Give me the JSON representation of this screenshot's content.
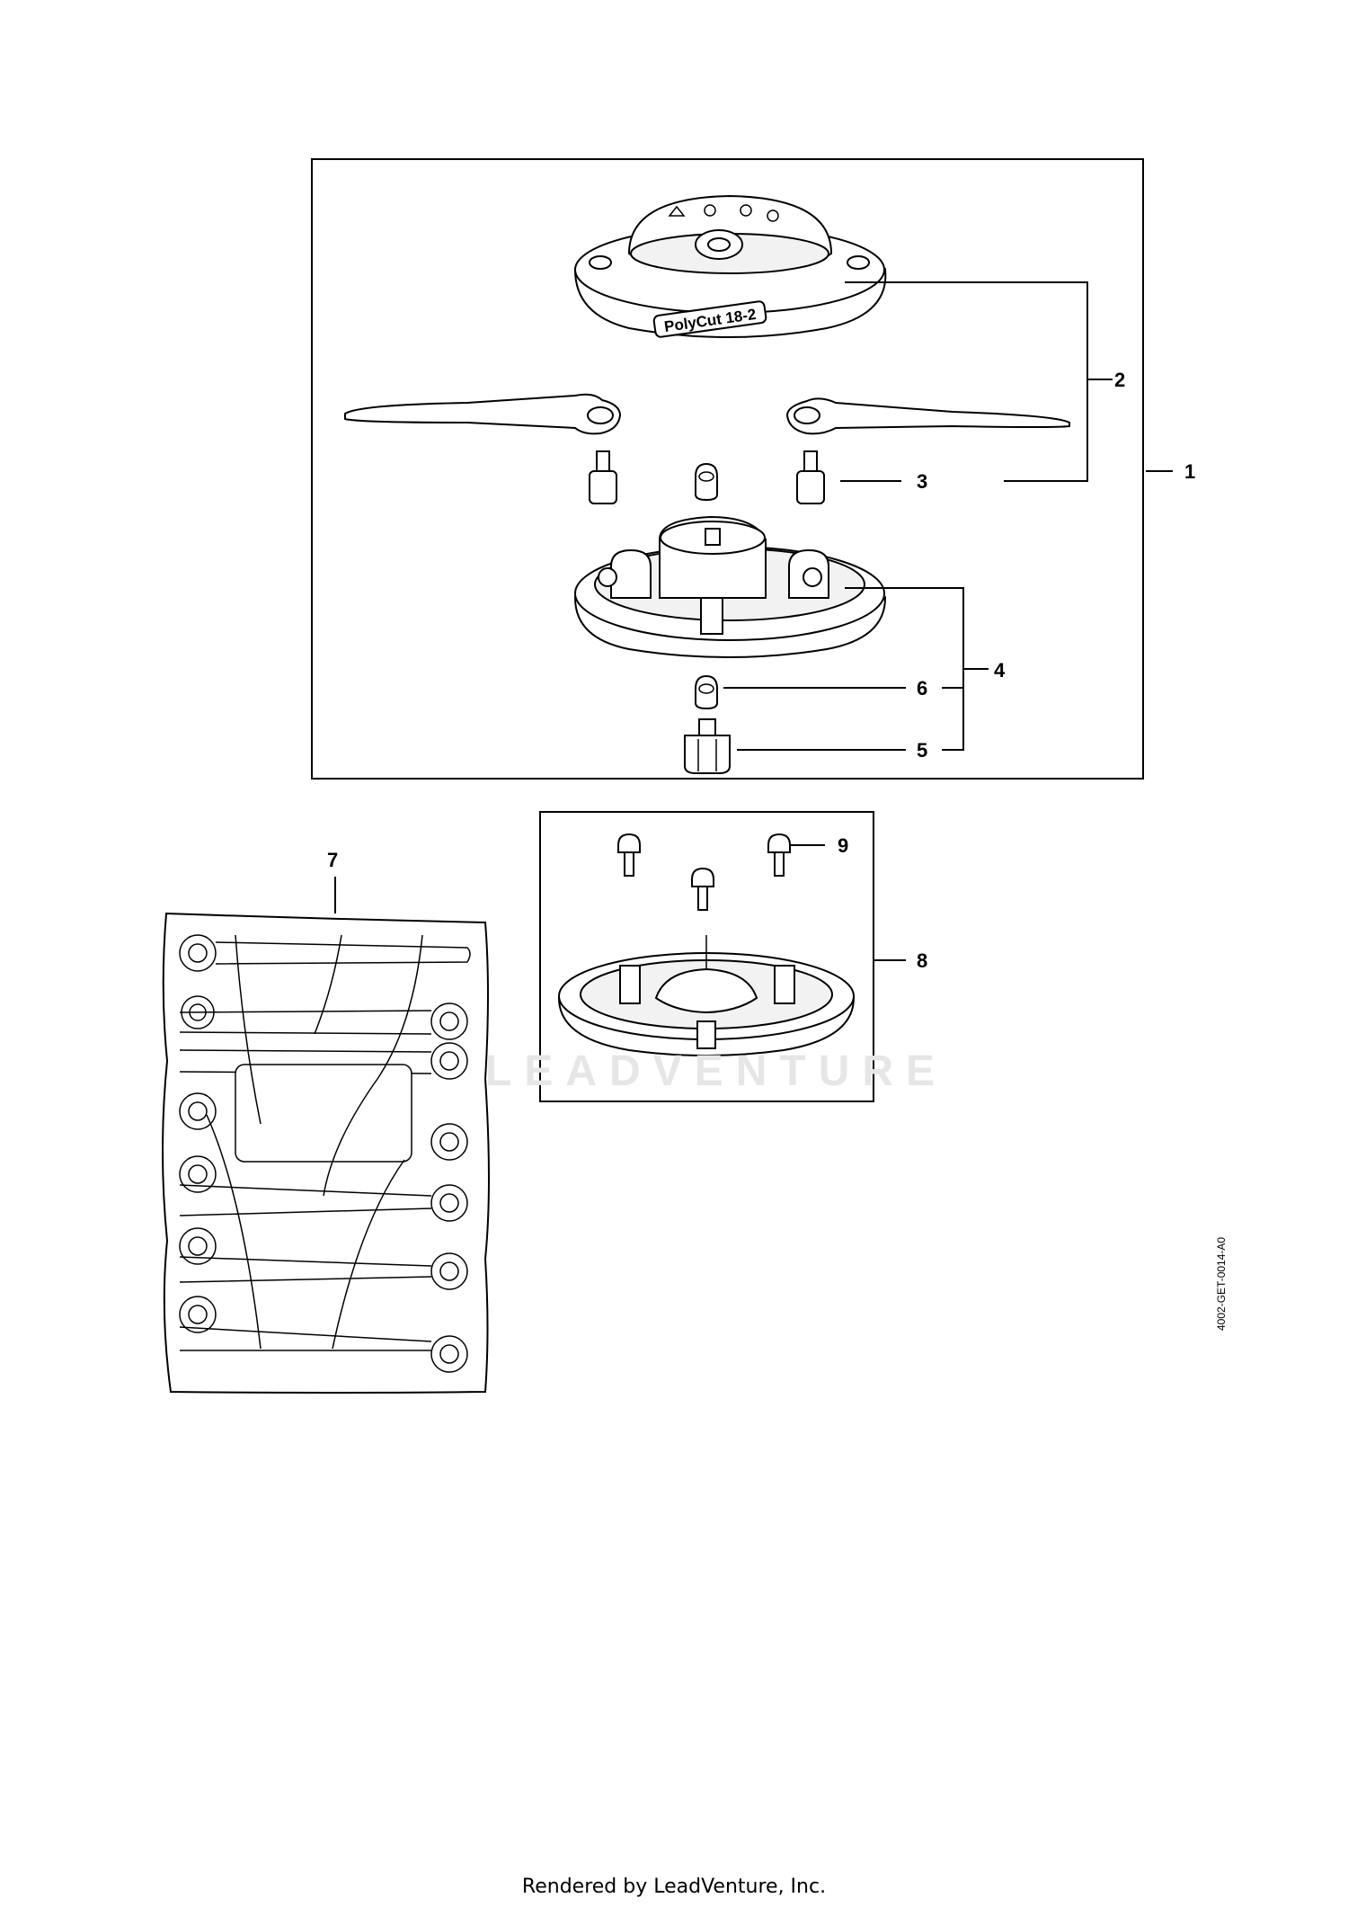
{
  "diagram": {
    "callouts": {
      "c1": "1",
      "c2": "2",
      "c3": "3",
      "c4": "4",
      "c5": "5",
      "c6": "6",
      "c7": "7",
      "c8": "8",
      "c9": "9"
    },
    "head_label": "PolyCut 18-2",
    "doc_id": "4002-GET-0014-A0",
    "watermark": "LEADVENTURE",
    "footer": "Rendered by LeadVenture, Inc."
  }
}
